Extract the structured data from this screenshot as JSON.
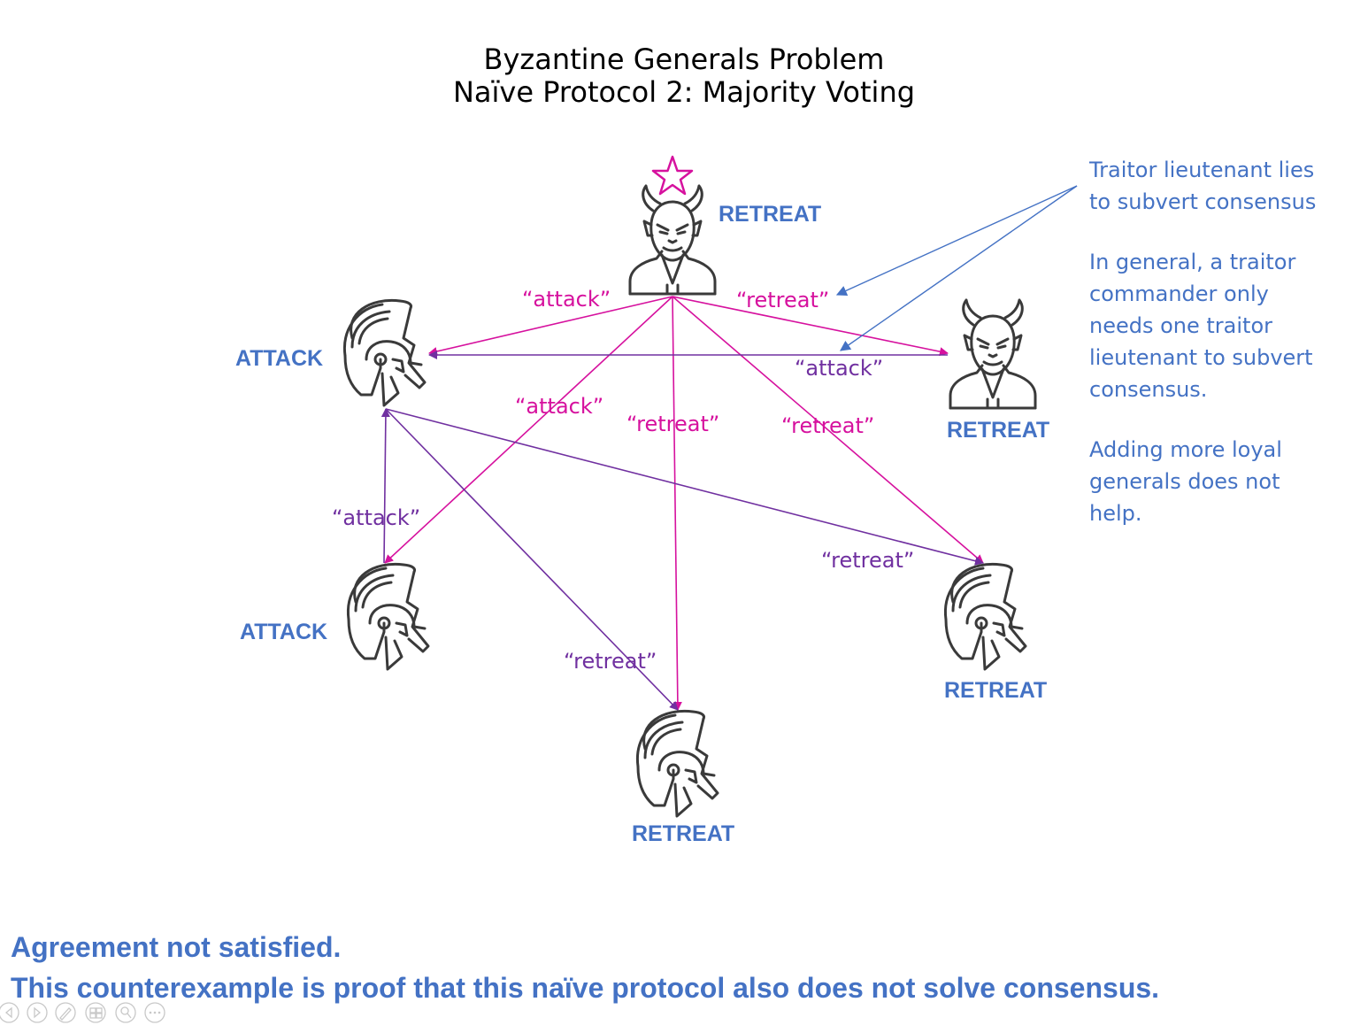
{
  "title": "Byzantine Generals Problem",
  "subtitle": "Naïve Protocol 2: Majority Voting",
  "colors": {
    "decision": "#4472c4",
    "commander_msg": "#d6119e",
    "lieutenant_msg": "#7030a0",
    "callout": "#4472c4",
    "icon": "#3a3a3a"
  },
  "nodes": {
    "commander": {
      "kind": "traitor",
      "marker": "star",
      "decision": "RETREAT"
    },
    "lt_top_left": {
      "kind": "loyal",
      "decision": "ATTACK"
    },
    "lt_top_right": {
      "kind": "traitor",
      "decision": "RETREAT"
    },
    "lt_mid_left": {
      "kind": "loyal",
      "decision": "ATTACK"
    },
    "lt_mid_right": {
      "kind": "loyal",
      "decision": "RETREAT"
    },
    "lt_bottom": {
      "kind": "loyal",
      "decision": "RETREAT"
    }
  },
  "messages": [
    {
      "from": "commander",
      "to": "lt_top_left",
      "text": "“attack”"
    },
    {
      "from": "commander",
      "to": "lt_top_right",
      "text": "“retreat”"
    },
    {
      "from": "commander",
      "to": "lt_mid_left",
      "text": "“attack”"
    },
    {
      "from": "commander",
      "to": "lt_bottom",
      "text": "“retreat”"
    },
    {
      "from": "commander",
      "to": "lt_mid_right",
      "text": "“retreat”"
    },
    {
      "from": "lt_top_right",
      "to": "lt_top_left",
      "text": "“attack”"
    },
    {
      "from": "lt_mid_left",
      "to": "lt_top_left",
      "text": "“attack”"
    },
    {
      "from": "lt_top_left",
      "to": "lt_mid_right",
      "text": "“retreat”"
    },
    {
      "from": "lt_top_left",
      "to": "lt_bottom",
      "text": "“retreat”"
    }
  ],
  "notes": [
    [
      "Traitor lieutenant lies",
      "to subvert consensus"
    ],
    [
      "In general, a traitor",
      "commander only",
      "needs one traitor",
      "lieutenant to subvert",
      "consensus."
    ],
    [
      "Adding more loyal",
      "generals does not",
      "help."
    ]
  ],
  "conclusion": [
    "Agreement not satisfied.",
    "This counterexample is proof that this naïve protocol also does not solve consensus."
  ],
  "slide_controls": [
    "previous-icon",
    "next-icon",
    "pen-icon",
    "slides-icon",
    "zoom-icon",
    "more-icon"
  ]
}
